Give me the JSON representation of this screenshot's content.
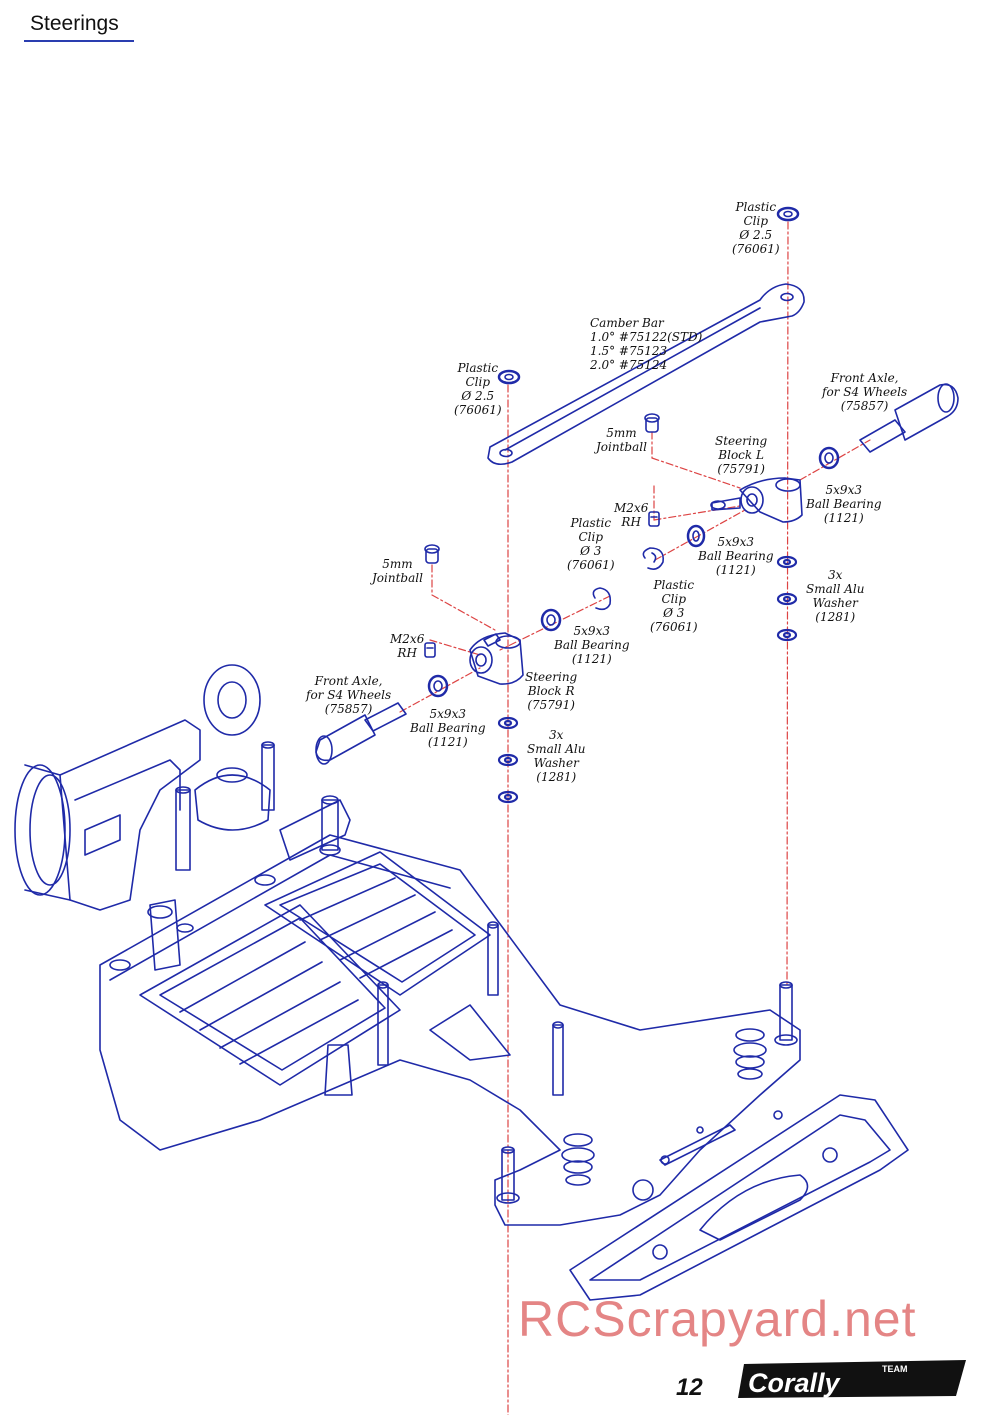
{
  "page": {
    "title": "Steerings",
    "number": "12"
  },
  "watermark": "RCScrapyard.net",
  "logo": {
    "small": "TEAM",
    "main": "Corally"
  },
  "colors": {
    "line": "#1f2aa8",
    "centerline": "#d44",
    "title_rule": "#2a3db0",
    "watermark": "#e07070"
  },
  "labels": {
    "clip_top_right": [
      "Plastic",
      "Clip",
      "Ø 2.5",
      "(76061)"
    ],
    "camber_bar": [
      "Camber Bar",
      "1.0° #75122(STD)",
      "1.5° #75123",
      "2.0° #75124"
    ],
    "clip_top_left": [
      "Plastic",
      "Clip",
      "Ø 2.5",
      "(76061)"
    ],
    "front_axle_right": [
      "Front Axle,",
      "for S4 Wheels",
      "(75857)"
    ],
    "jointball_right": [
      "5mm",
      "Jointball"
    ],
    "steering_block_l": [
      "Steering",
      "Block L",
      "(75791)"
    ],
    "bearing_far_right": [
      "5x9x3",
      "Ball Bearing",
      "(1121)"
    ],
    "m2x6_right": [
      "M2x6",
      "RH"
    ],
    "clip_mid": [
      "Plastic",
      "Clip",
      "Ø 3",
      "(76061)"
    ],
    "bearing_mid_right": [
      "5x9x3",
      "Ball Bearing",
      "(1121)"
    ],
    "washer_right": [
      "3x",
      "Small Alu",
      "Washer",
      "(1281)"
    ],
    "clip_lower_right": [
      "Plastic",
      "Clip",
      "Ø 3",
      "(76061)"
    ],
    "jointball_left": [
      "5mm",
      "Jointball"
    ],
    "bearing_mid_left": [
      "5x9x3",
      "Ball Bearing",
      "(1121)"
    ],
    "m2x6_left": [
      "M2x6",
      "RH"
    ],
    "front_axle_left": [
      "Front Axle,",
      "for S4 Wheels",
      "(75857)"
    ],
    "steering_block_r": [
      "Steering",
      "Block R",
      "(75791)"
    ],
    "bearing_left": [
      "5x9x3",
      "Ball Bearing",
      "(1121)"
    ],
    "washer_left": [
      "3x",
      "Small Alu",
      "Washer",
      "(1281)"
    ]
  }
}
